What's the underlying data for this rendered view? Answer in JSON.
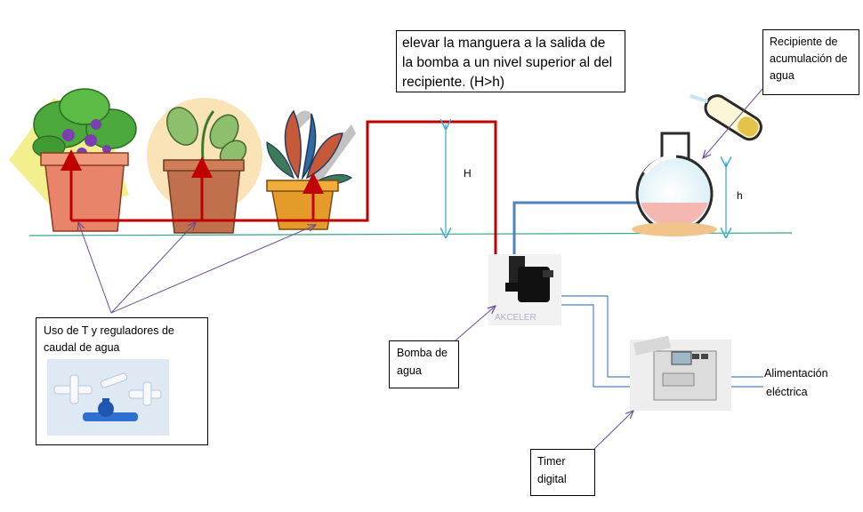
{
  "notes": {
    "main": "elevar la manguera a la salida de la bomba a un nivel superior al del recipiente. (H>h)",
    "recipiente": "Recipiente de acumulación de agua",
    "uso": "Uso de T y reguladores de caudal de agua",
    "bomba": "Bomba de agua",
    "timer": "Timer digital"
  },
  "labels": {
    "H": "H",
    "h": "h",
    "alimentacion_1": "Alimentación",
    "alimentacion_2": "eléctrica"
  },
  "colors": {
    "hose_red": "#c00000",
    "hose_blue": "#4f81bd",
    "ground_line": "#3aa38a",
    "measure_arrow": "#33a8c8",
    "pointer_arrow": "#6a4c93",
    "cable": "#4f81bd"
  },
  "icons": [
    "flowering-plant-pot-icon",
    "seedling-pot-icon",
    "tropical-plant-pot-icon",
    "flask-icon",
    "test-tube-icon",
    "water-pump-icon",
    "digital-timer-icon",
    "t-connectors-icon"
  ]
}
